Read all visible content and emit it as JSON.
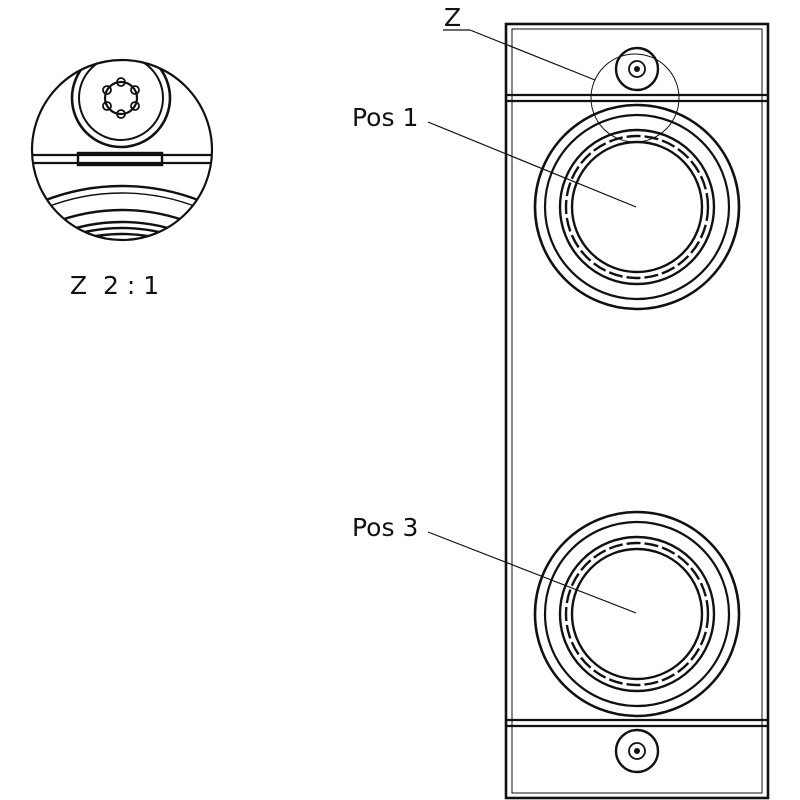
{
  "labels": {
    "detail_marker": "Z",
    "detail_caption": "Z  2 : 1",
    "position_1": "Pos 1",
    "position_3": "Pos 3"
  },
  "colors": {
    "line": "#111111",
    "background": "#ffffff"
  }
}
